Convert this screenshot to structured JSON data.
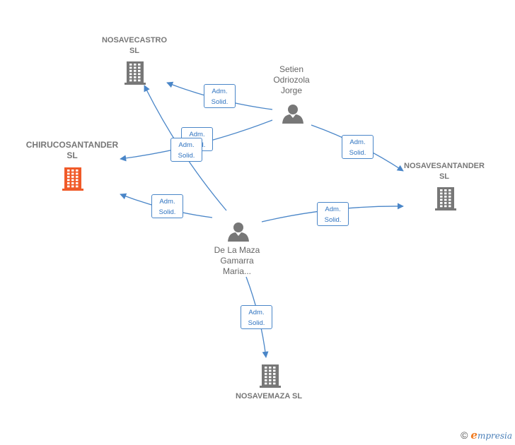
{
  "companies": {
    "nosavecastro": {
      "label": "NOSAVECASTRO\nSL",
      "icon": "building-icon",
      "color": "#777777"
    },
    "chirucosantander": {
      "label": "CHIRUCOSANTANDER\nSL",
      "icon": "building-icon",
      "color": "#f05a28"
    },
    "nosavesantander": {
      "label": "NOSAVESANTANDER\nSL",
      "icon": "building-icon",
      "color": "#777777"
    },
    "nosavemaza": {
      "label": "NOSAVEMAZA SL",
      "icon": "building-icon",
      "color": "#777777"
    }
  },
  "people": {
    "setien": {
      "label": "Setien\nOdriozola\nJorge",
      "icon": "person-icon"
    },
    "delamaza": {
      "label": "De La Maza\nGamarra\nMaria...",
      "icon": "person-icon"
    }
  },
  "edges": [
    {
      "from": "setien",
      "to": "nosavecastro",
      "label": "Adm.\nSolid."
    },
    {
      "from": "setien",
      "to": "chirucosantander",
      "label": "Adm.\nSolid."
    },
    {
      "from": "setien",
      "to": "nosavesantander",
      "label": "Adm.\nSolid."
    },
    {
      "from": "delamaza",
      "to": "nosavecastro",
      "label": "Adm.\nSolid."
    },
    {
      "from": "delamaza",
      "to": "chirucosantander",
      "label": "Adm.\nSolid."
    },
    {
      "from": "delamaza",
      "to": "nosavesantander",
      "label": "Adm.\nSolid."
    },
    {
      "from": "delamaza",
      "to": "nosavemaza",
      "label": "Adm.\nSolid."
    }
  ],
  "footer": {
    "copyright": "©",
    "brand_first": "e",
    "brand_rest": "mpresia"
  },
  "colors": {
    "edge": "#4a86c8",
    "person": "#777777"
  }
}
